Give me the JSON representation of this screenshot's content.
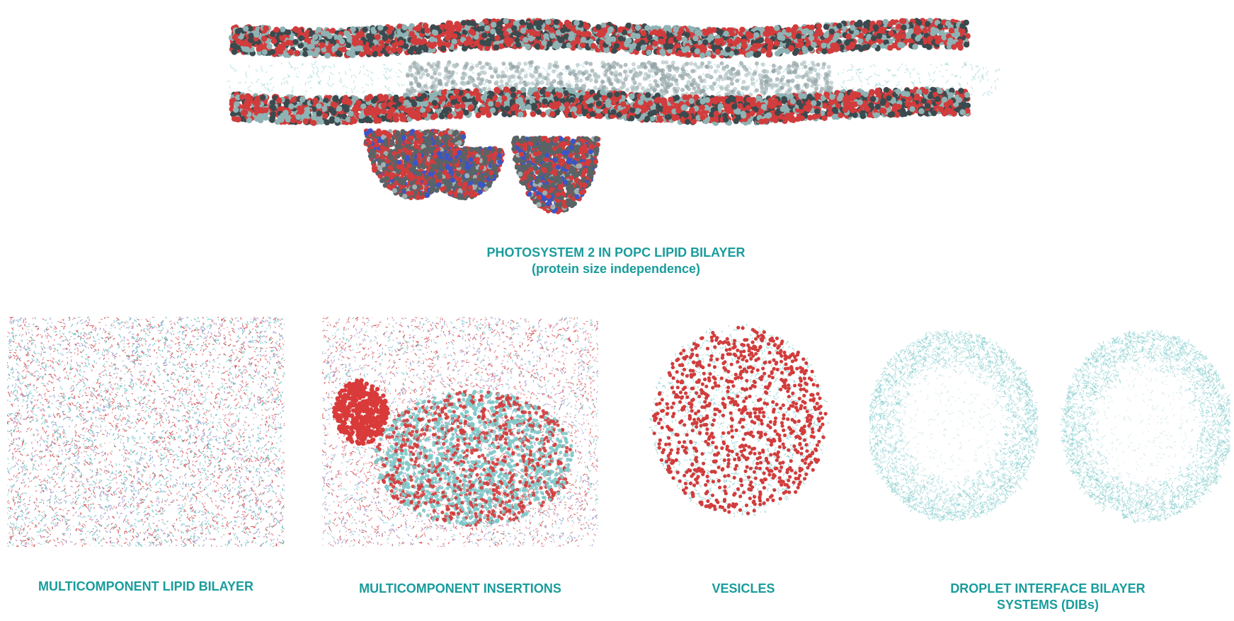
{
  "colors": {
    "caption": "#1a9c9c",
    "oxygen": "#d23c3c",
    "carbon": "#7fc9c9",
    "dark": "#3a4a4e",
    "nitrogen": "#3b55c8",
    "lilac": "#9a8fd0"
  },
  "figures": [
    {
      "id": "photosystem",
      "title_line1": "PHOTOSYSTEM 2 IN POPC LIPID BILAYER",
      "title_line2": "(protein size independence)"
    },
    {
      "id": "multicomponent-bilayer",
      "title_line1": "MULTICOMPONENT LIPID BILAYER"
    },
    {
      "id": "multicomponent-insertions",
      "title_line1": "MULTICOMPONENT INSERTIONS"
    },
    {
      "id": "vesicles",
      "title_line1": "VESICLES"
    },
    {
      "id": "dibs",
      "title_line1": "DROPLET INTERFACE BILAYER",
      "title_line2": "SYSTEMS (DIBs)"
    }
  ]
}
